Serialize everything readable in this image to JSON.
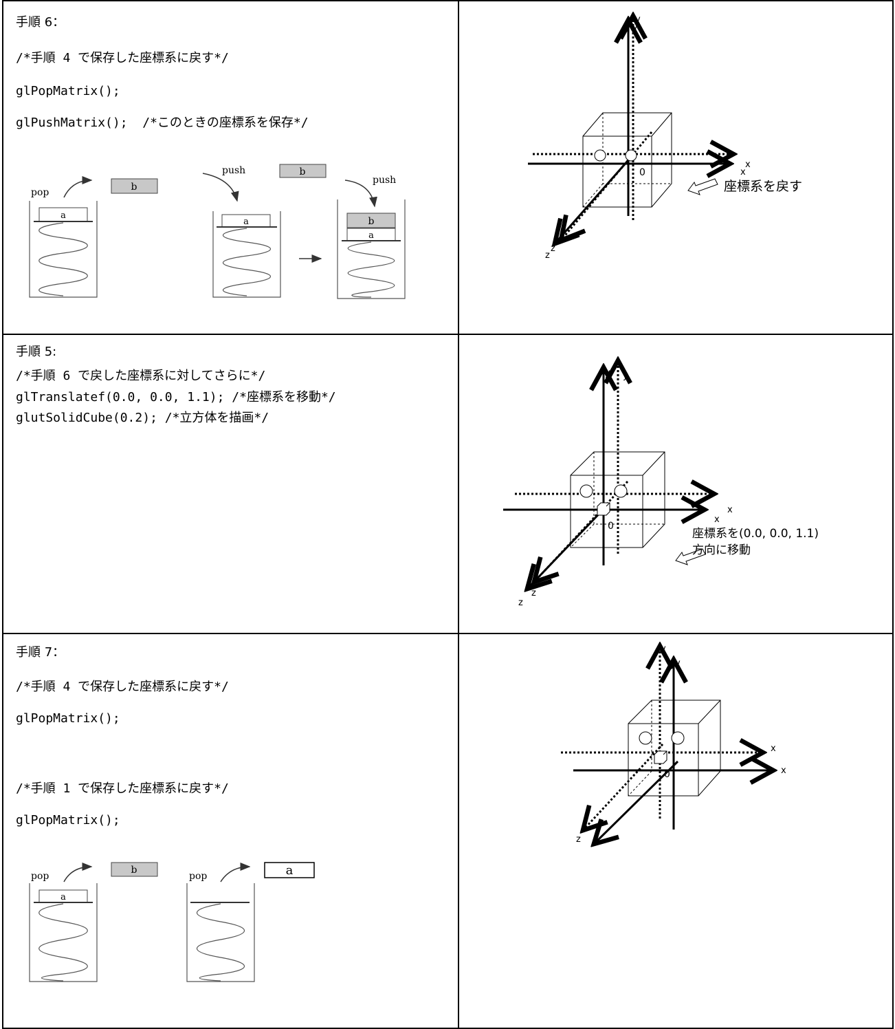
{
  "rows": [
    {
      "title": "手順 6：",
      "code": [
        "/*手順 4 で保存した座標系に戻す*/",
        "glPopMatrix();",
        "glPushMatrix();  /*このときの座標系を保存*/"
      ],
      "stack": {
        "pop": "pop",
        "push1": "push",
        "push2": "push",
        "a": "a",
        "b": "b"
      },
      "axes": {
        "y": "y",
        "y2": "y",
        "x": "x",
        "x2": "x",
        "z": "z",
        "z2": "z",
        "origin": "0",
        "caption": "座標系を戻す"
      }
    },
    {
      "title": "手順 5:",
      "code": [
        "/*手順 6 で戻した座標系に対してさらに*/",
        "glTranslatef(0.0, 0.0, 1.1); /*座標系を移動*/",
        "glutSolidCube(0.2); /*立方体を描画*/"
      ],
      "axes": {
        "y": "y",
        "y2": "y",
        "x": "x",
        "x2": "x",
        "z": "z",
        "z2": "z",
        "origin": "0",
        "caption1": "座標系を(0.0, 0.0, 1.1)",
        "caption2": "方向に移動"
      }
    },
    {
      "title": "手順 7：",
      "code": [
        "/*手順 4 で保存した座標系に戻す*/",
        "glPopMatrix();",
        "/*手順 1 で保存した座標系に戻す*/",
        "glPopMatrix();"
      ],
      "stack": {
        "pop1": "pop",
        "pop2": "pop",
        "a": "a",
        "b": "b",
        "a_out": "a"
      },
      "axes": {
        "y": "y",
        "y2": "y",
        "x": "x",
        "x2": "x",
        "z": "z",
        "origin": "0"
      }
    }
  ]
}
